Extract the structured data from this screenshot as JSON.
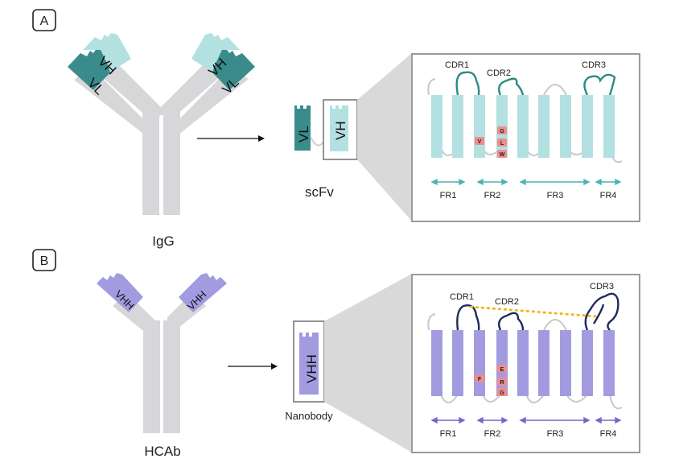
{
  "panels": [
    {
      "label": "A",
      "antibody": "IgG",
      "fragment": "scFv",
      "domains": {
        "heavy": "VH",
        "light": "VL"
      },
      "cdrs": [
        "CDR1",
        "CDR2",
        "CDR3"
      ],
      "frameworks": [
        "FR1",
        "FR2",
        "FR3",
        "FR4"
      ],
      "residues": {
        "left": [
          "V"
        ],
        "right": [
          "G",
          "L",
          "W"
        ]
      }
    },
    {
      "label": "B",
      "antibody": "HCAb",
      "fragment": "Nanobody",
      "domains": {
        "heavy": "VHH"
      },
      "cdrs": [
        "CDR1",
        "CDR2",
        "CDR3"
      ],
      "frameworks": [
        "FR1",
        "FR2",
        "FR3",
        "FR4"
      ],
      "residues": {
        "left": [
          "F"
        ],
        "right": [
          "E",
          "R",
          "G"
        ]
      }
    }
  ],
  "colors": {
    "grey": "#d7d7d9",
    "light_teal": "#b3e1e1",
    "dark_teal": "#3a8c8c",
    "teal_loop": "#2a8a86",
    "lavender": "#a39be0",
    "navy_loop": "#1f2a5e",
    "residue": "#f08c8c",
    "dashed": "#f2b313"
  }
}
